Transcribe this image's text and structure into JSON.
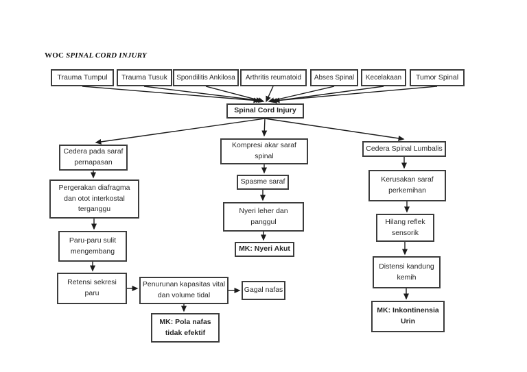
{
  "title": {
    "prefix": "WOC",
    "emphasis": "SPINAL CORD INJURY"
  },
  "nodes": {
    "trauma_tumpul": "Trauma Tumpul",
    "trauma_tusuk": "Trauma Tusuk",
    "spondilitis_ankilosa": "Spondilitis Ankilosa",
    "arthritis_reumatoid": "Arthritis reumatoid",
    "abses_spinal": "Abses Spinal",
    "kecelakaan": "Kecelakaan",
    "tumor_spinal": "Tumor Spinal",
    "spinal_cord_injury": "Spinal Cord Injury",
    "cedera_saraf_pernapasan": [
      "Cedera pada saraf",
      "pernapasan"
    ],
    "pergerakan_diafragma": [
      "Pergerakan diafragma",
      "dan otot interkostal",
      "terganggu"
    ],
    "paru_paru_sulit": [
      "Paru-paru sulit",
      "mengembang"
    ],
    "retensi_sekresi": [
      "Retensi sekresi",
      "paru"
    ],
    "penurunan_kapasitas": [
      "Penurunan kapasitas vital",
      "dan volume tidal"
    ],
    "gagal_nafas": "Gagal nafas",
    "mk_pola_nafas": [
      "MK: Pola nafas",
      "tidak efektif"
    ],
    "kompresi_akar_saraf": [
      "Kompresi akar saraf",
      "spinal"
    ],
    "spasme_saraf": "Spasme saraf",
    "nyeri_leher": [
      "Nyeri leher dan",
      "panggul"
    ],
    "mk_nyeri_akut": "MK: Nyeri Akut",
    "cedera_spinal_lumbalis": "Cedera Spinal Lumbalis",
    "kerusakan_saraf": [
      "Kerusakan saraf",
      "perkemihan"
    ],
    "hilang_reflek": [
      "Hilang reflek",
      "sensorik"
    ],
    "distensi_kandung": [
      "Distensi kandung",
      "kemih"
    ],
    "mk_inkontinensia": [
      "MK: Inkontinensia",
      "Urin"
    ]
  },
  "colors": {
    "line": "#1c1c1c",
    "border": "#3c3c3c",
    "background": "#ffffff",
    "text": "#262626"
  }
}
